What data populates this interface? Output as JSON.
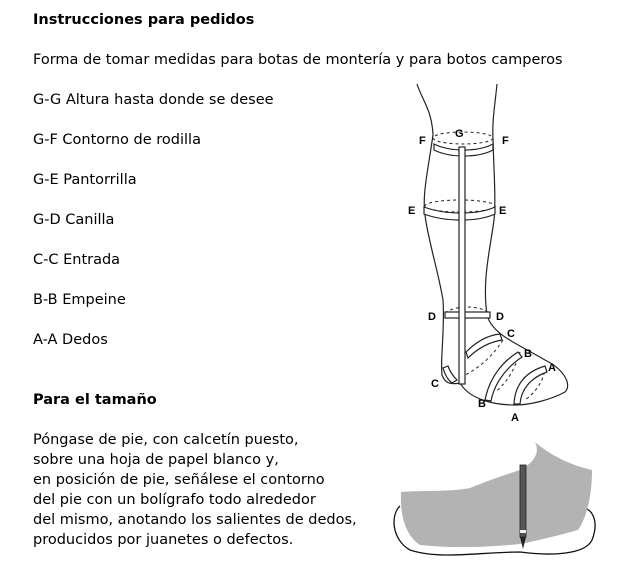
{
  "title": "Instrucciones para pedidos",
  "subtitle": "Forma de tomar medidas para botas de montería y para botos camperos",
  "measurements": [
    "G-G Altura hasta donde se desee",
    "G-F Contorno de rodilla",
    "G-E Pantorrilla",
    "G-D Canilla",
    "C-C Entrada",
    "B-B Empeine",
    "A-A Dedos"
  ],
  "size_section": {
    "heading": "Para el tamaño",
    "lines": [
      "Póngase de pie, con calcetín puesto,",
      "sobre una hoja de papel blanco y,",
      "en posición de pie, señálese el contorno",
      "del pie con un bolígrafo todo alrededor",
      "del mismo, anotando los salientes de dedos,",
      "producidos por juanetes o defectos."
    ]
  },
  "diagram_labels": {
    "g": "G",
    "f": "F",
    "e": "E",
    "d": "D",
    "c": "C",
    "b": "B",
    "a": "A"
  },
  "colors": {
    "foot_fill": "#b3b3b3",
    "ink": "#222222"
  }
}
